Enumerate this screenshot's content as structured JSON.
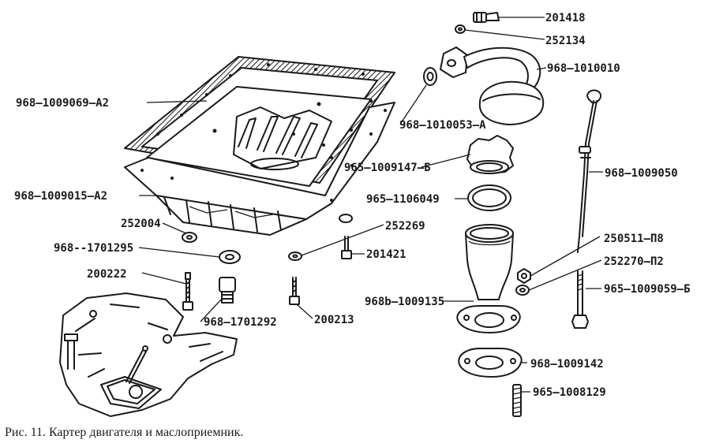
{
  "caption": "Рис. 11. Картер двигателя и маслоприемник.",
  "labels": {
    "p201418": "201418",
    "p252134": "252134",
    "p968_1010010": "968—1010010",
    "p968_1009069_A2": "968—1009069—А2",
    "p968_1010053_A": "968—1010053—А",
    "p965_1009147_B": "965—1009147—Б",
    "p968_1009050": "968—1009050",
    "p968_1009015_A2": "968—1009015—А2",
    "p965_1106049": "965—1106049",
    "p252004": "252004",
    "p252269": "252269",
    "p968_1701295": "968--1701295",
    "p201421": "201421",
    "p250511_P8": "250511—П8",
    "p252270_P2": "252270—П2",
    "p200222": "200222",
    "p965_1009059_B": "965—1009059—Б",
    "p968b_1009135": "968b—1009135",
    "p968_1701292": "968—1701292",
    "p200213": "200213",
    "p968_1009142": "968—1009142",
    "p965_1008129": "965—1008129"
  }
}
